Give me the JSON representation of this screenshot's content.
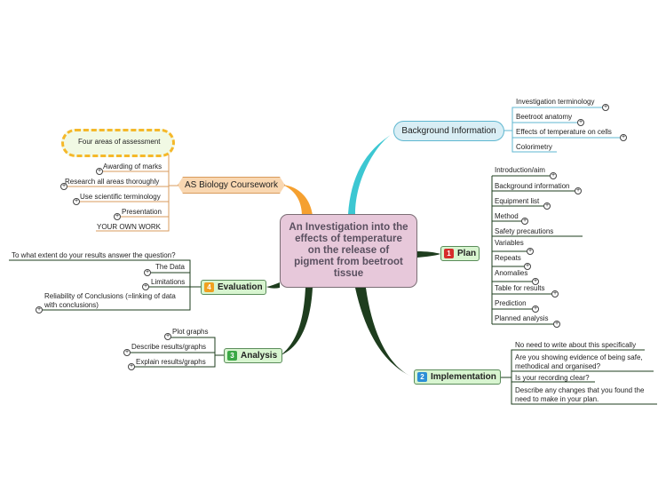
{
  "central_topic": "An Investigation into the effects of temperature on the release of pigment from beetroot tissue",
  "branches": {
    "background": {
      "label": "Background Information",
      "items": [
        "Investigation terminology",
        "Beetroot anatomy",
        "Effects of temperature on cells",
        "Colorimetry"
      ]
    },
    "coursework": {
      "label": "AS Biology Coursework",
      "highlight": "Four areas of assessment",
      "items": [
        "Awarding of marks",
        "Research all areas thoroughly",
        "Use scientific terminology",
        "Presentation",
        "YOUR OWN WORK"
      ]
    },
    "plan": {
      "number": "1",
      "label": "Plan",
      "items": [
        "Introduction/aim",
        "Background information",
        "Equipment list",
        "Method",
        "Safety precautions",
        "Variables",
        "Repeats",
        "Anomalies",
        "Table for results",
        "Prediction",
        "Planned analysis"
      ]
    },
    "implementation": {
      "number": "2",
      "label": "Implementation",
      "items": [
        "No need to write about this specifically",
        "Are you showing evidence of being safe, methodical and organised?",
        "Is your recording clear?",
        "Describe any changes that you found the need to make in your plan."
      ]
    },
    "analysis": {
      "number": "3",
      "label": "Analysis",
      "items": [
        "Plot graphs",
        "Describe results/graphs",
        "Explain results/graphs"
      ]
    },
    "evaluation": {
      "number": "4",
      "label": "Evaluation",
      "items": [
        "To what extent do your results answer the question?",
        "The Data",
        "Limitations",
        "Reliability of Conclusions (=linking of data with conclusions)"
      ]
    }
  },
  "colors": {
    "central_fill": "#e7c8da",
    "background_branch": "#3cc7d2",
    "coursework_branch": "#f5a030",
    "task_branch": "#1e3d1e",
    "task_fill": "#d8f5d0",
    "badge_plan": "#d62c2c",
    "badge_implementation": "#2c8fd6",
    "badge_analysis": "#3aa845",
    "badge_evaluation": "#f0a020"
  },
  "icons": {
    "expand": "plus-circle-icon",
    "task_number": "numbered-badge-icon"
  }
}
